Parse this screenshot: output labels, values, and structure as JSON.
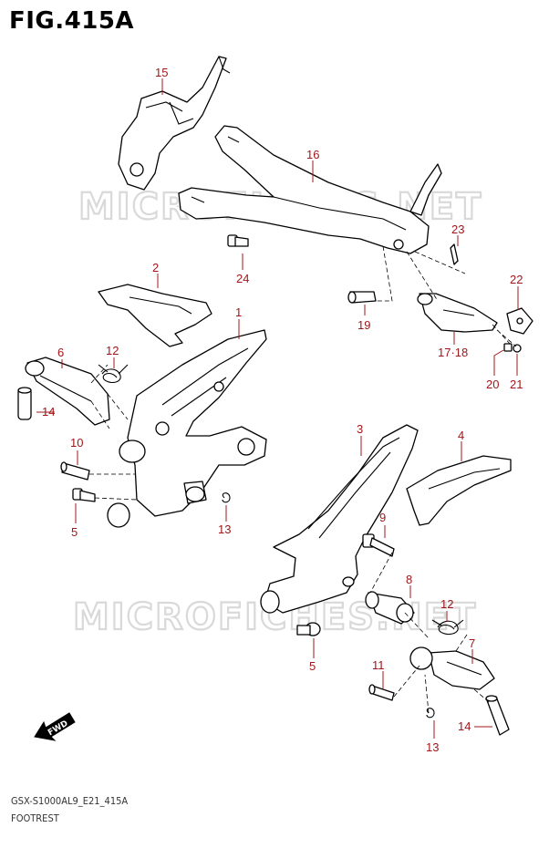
{
  "figure_title": "FIG.415A",
  "footer": {
    "model_code": "GSX-S1000AL9_E21_415A",
    "section_name": "FOOTREST"
  },
  "watermark_text": "MICROFICHES.NET",
  "fwd_label": "FWD",
  "callouts": {
    "c1": "1",
    "c2": "2",
    "c3": "3",
    "c4": "4",
    "c5a": "5",
    "c5b": "5",
    "c6": "6",
    "c7": "7",
    "c8": "8",
    "c9": "9",
    "c10": "10",
    "c11": "11",
    "c12a": "12",
    "c12b": "12",
    "c13a": "13",
    "c13b": "13",
    "c14a": "14",
    "c14b": "14",
    "c15": "15",
    "c16": "16",
    "c17_18": "17·18",
    "c19": "19",
    "c20": "20",
    "c21": "21",
    "c22": "22",
    "c23": "23",
    "c24": "24"
  },
  "colors": {
    "callout": "#a0171b",
    "line": "#000000",
    "watermark": "#d9d9d9"
  }
}
